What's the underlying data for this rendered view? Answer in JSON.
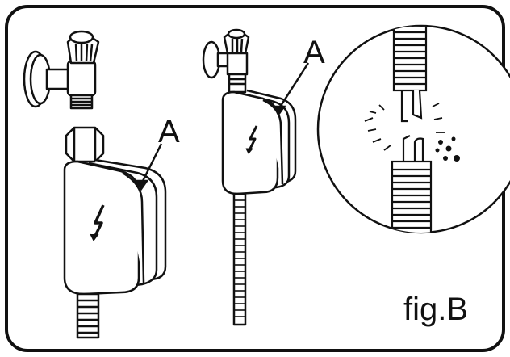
{
  "labels": {
    "part_a_left": "A",
    "part_a_middle": "A",
    "figure_caption": "fig.B"
  },
  "colors": {
    "line": "#111111",
    "fill": "#ffffff"
  }
}
